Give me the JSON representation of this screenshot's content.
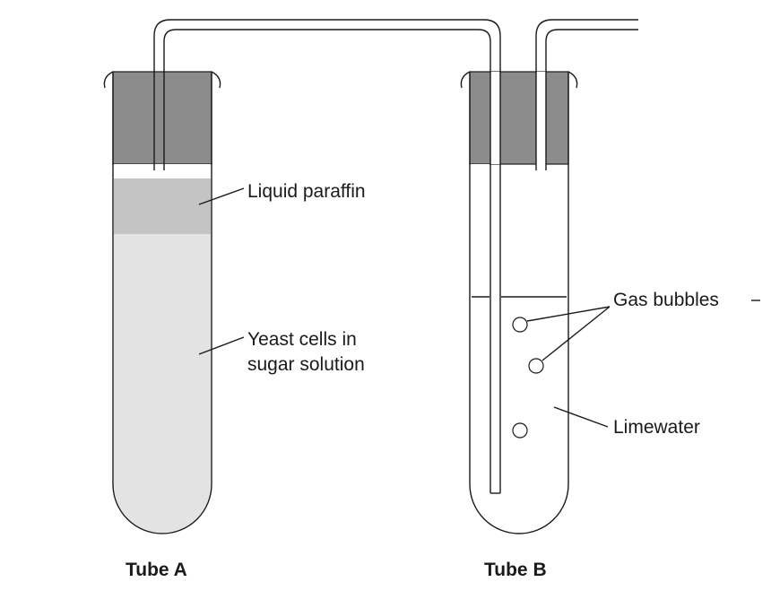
{
  "labels": {
    "liquid_paraffin": "Liquid paraffin",
    "yeast_line1": "Yeast cells in",
    "yeast_line2": "sugar solution",
    "gas_bubbles": "Gas bubbles",
    "limewater": "Limewater"
  },
  "captions": {
    "tube_a": "Tube A",
    "tube_b": "Tube B"
  },
  "colors": {
    "stopper": "#8c8c8c",
    "paraffin": "#c4c4c4",
    "yeast_solution": "#e3e3e3",
    "limewater": "#ffffff",
    "outline": "#1a1a1a"
  }
}
